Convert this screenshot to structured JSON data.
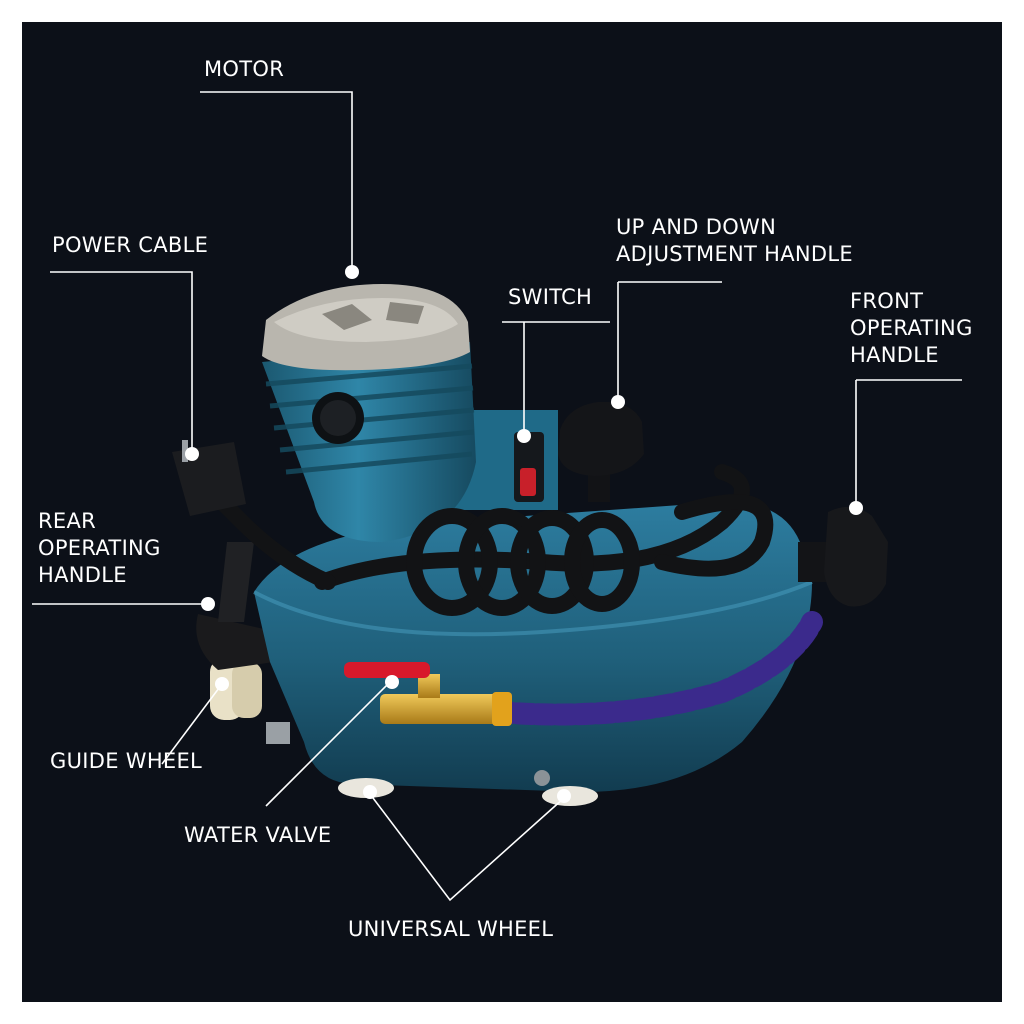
{
  "labels": {
    "motor": "MOTOR",
    "power_cable": "POWER CABLE",
    "up_down_handle": "UP AND DOWN\nADJUSTMENT HANDLE",
    "switch": "SWITCH",
    "front_handle": "FRONT\nOPERATING\nHANDLE",
    "rear_handle": "REAR\nOPERATING\nHANDLE",
    "guide_wheel": "GUIDE WHEEL",
    "water_valve": "WATER VALVE",
    "universal_wheel": "UNIVERSAL WHEEL"
  },
  "colors": {
    "background": "#0c1018",
    "body": "#1f5f7a",
    "motor_cap": "#b9b6ae",
    "hose": "#3b2a8c",
    "valve": "#d3a12a",
    "lever": "#d8192b",
    "callout": "#ffffff"
  }
}
